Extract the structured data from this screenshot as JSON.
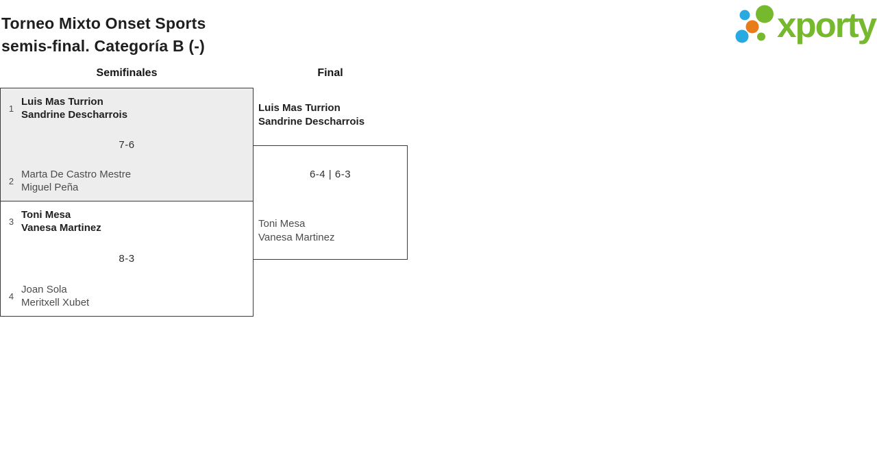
{
  "header": {
    "title_line1": "Torneo Mixto Onset Sports",
    "title_line2": "semis-final. Categoría B (-)"
  },
  "logo": {
    "wordmark": "xporty",
    "colors": {
      "green": "#76b82e",
      "blue": "#29a9e1",
      "orange": "#e87c18"
    }
  },
  "bracket": {
    "rounds": [
      {
        "label": "Semifinales"
      },
      {
        "label": "Final"
      }
    ],
    "semifinals": [
      {
        "score": "7-6",
        "team1": {
          "seed": "1",
          "winner": true,
          "players": [
            "Luis Mas Turrion",
            "Sandrine Descharrois"
          ]
        },
        "team2": {
          "seed": "2",
          "winner": false,
          "players": [
            "Marta De Castro Mestre",
            "Miguel Peña"
          ]
        }
      },
      {
        "score": "8-3",
        "team1": {
          "seed": "3",
          "winner": true,
          "players": [
            "Toni Mesa",
            "Vanesa Martinez"
          ]
        },
        "team2": {
          "seed": "4",
          "winner": false,
          "players": [
            "Joan Sola",
            "Meritxell Xubet"
          ]
        }
      }
    ],
    "final": {
      "score": "6-4 | 6-3",
      "team1": {
        "winner": true,
        "players": [
          "Luis Mas Turrion",
          "Sandrine Descharrois"
        ]
      },
      "team2": {
        "winner": false,
        "players": [
          "Toni Mesa",
          "Vanesa Martinez"
        ]
      }
    }
  }
}
